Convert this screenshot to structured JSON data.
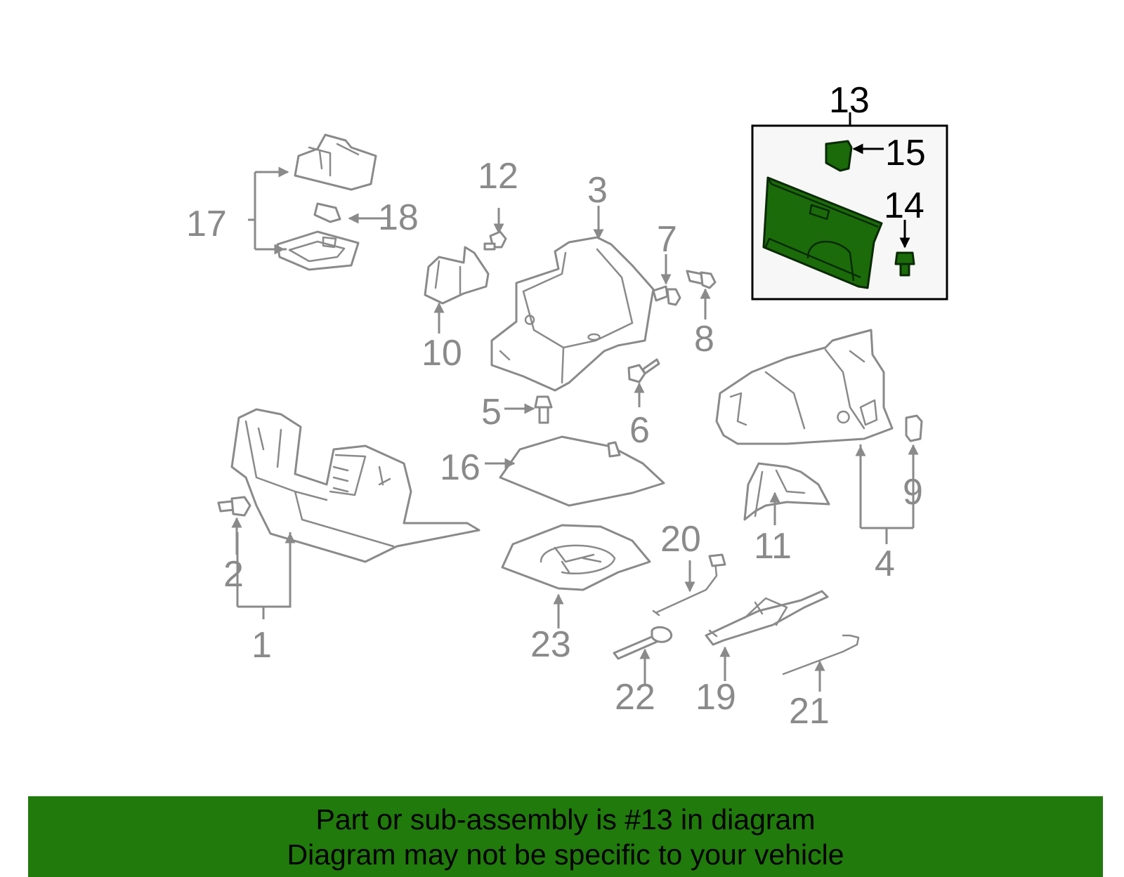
{
  "callouts": {
    "c1": "1",
    "c2": "2",
    "c3": "3",
    "c4": "4",
    "c5": "5",
    "c6": "6",
    "c7": "7",
    "c8": "8",
    "c9": "9",
    "c10": "10",
    "c11": "11",
    "c12": "12",
    "c13": "13",
    "c14": "14",
    "c15": "15",
    "c16": "16",
    "c17": "17",
    "c18": "18",
    "c19": "19",
    "c20": "20",
    "c21": "21",
    "c22": "22",
    "c23": "23"
  },
  "highlighted_part": "13",
  "colors": {
    "highlight": "#1b6b0a",
    "banner": "#217a0c",
    "parts": "#8a8a8a"
  },
  "banner": {
    "line1": "Part or sub-assembly is #13 in diagram",
    "line2": "Diagram may not be specific to your vehicle"
  }
}
